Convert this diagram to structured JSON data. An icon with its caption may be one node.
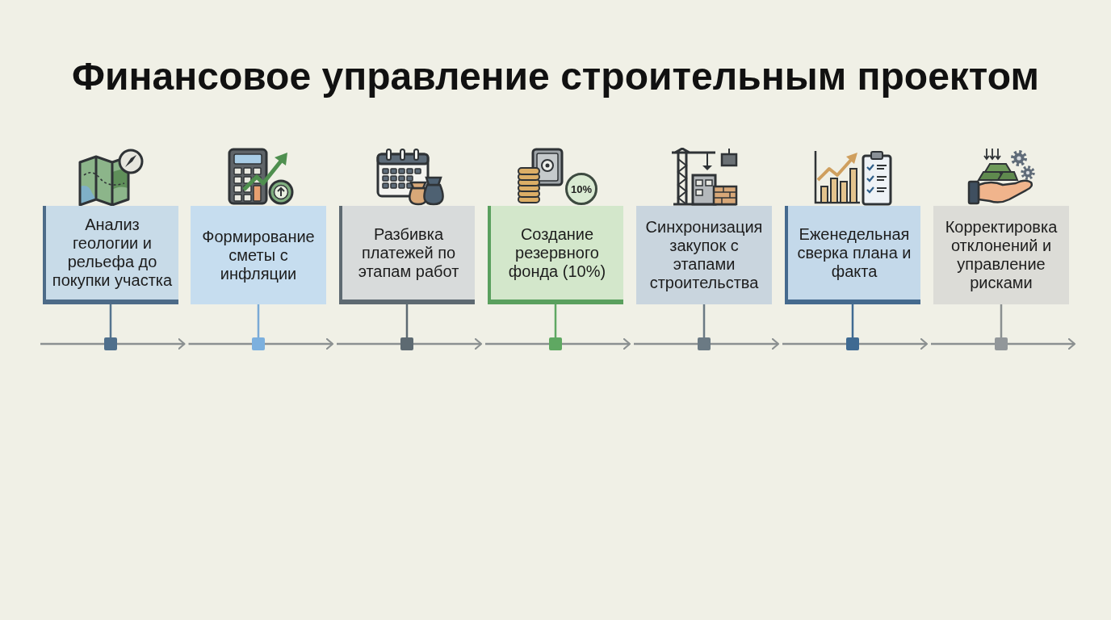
{
  "diagram": {
    "title": "Финансовое управление строительным проектом",
    "nodes": [
      {
        "text": [
          "Анализ геологии и рельефа до покупки участка"
        ]
      },
      {
        "text": [
          "Формирование сметы с инфляции"
        ]
      },
      {
        "text": [
          "Разбивка платежей по этапам работ"
        ]
      },
      {
        "text": [
          "Создание резервного фонда (10%)"
        ]
      },
      {
        "text": [
          "Синхронизация закупок с этапами строительства"
        ]
      },
      {
        "text": [
          "Еженедельная сверка плана и факта"
        ]
      },
      {
        "text": [
          "Корректировка отклонений и управление рисками"
        ]
      },
      {
        "text": [],
        "shape": "box"
      },
      {
        "text": [],
        "shape": "box"
      },
      {
        "text": [],
        "shape": "box"
      },
      {
        "text": [],
        "shape": "box"
      },
      {
        "text": [],
        "shape": "box"
      },
      {
        "text": [],
        "shape": "box"
      },
      {
        "text": [],
        "shape": "box"
      }
    ],
    "edges": [
      {
        "from": 0,
        "to": 7,
        "arrow": "none",
        "color": "#55748f"
      },
      {
        "from": 1,
        "to": 8,
        "arrow": "none",
        "color": "#7aaad6"
      },
      {
        "from": 2,
        "to": 9,
        "arrow": "none",
        "color": "#5d6a72"
      },
      {
        "from": 3,
        "to": 10,
        "arrow": "none",
        "color": "#5fa862"
      },
      {
        "from": 4,
        "to": 11,
        "arrow": "none",
        "color": "#6b7a84"
      },
      {
        "from": 5,
        "to": 12,
        "arrow": "none",
        "color": "#3f6a92"
      },
      {
        "from": 6,
        "to": 13,
        "arrow": "none"
      },
      {
        "from": null,
        "to": 7,
        "arrow": "none"
      },
      {
        "from": 7,
        "to": null,
        "arrow": "to"
      },
      {
        "from": null,
        "to": 8,
        "arrow": "none"
      },
      {
        "from": 8,
        "to": null,
        "arrow": "to"
      },
      {
        "from": null,
        "to": 9,
        "arrow": "none"
      },
      {
        "from": 9,
        "to": null,
        "arrow": "to"
      },
      {
        "from": null,
        "to": 10,
        "arrow": "none"
      },
      {
        "from": 10,
        "to": null,
        "arrow": "to"
      },
      {
        "from": null,
        "to": 11,
        "arrow": "none"
      },
      {
        "from": 11,
        "to": null,
        "arrow": "to"
      },
      {
        "from": null,
        "to": 12,
        "arrow": "none"
      },
      {
        "from": 12,
        "to": null,
        "arrow": "to"
      },
      {
        "from": null,
        "to": 13,
        "arrow": "none"
      },
      {
        "from": 13,
        "to": null,
        "arrow": "to"
      }
    ],
    "labels": [
      "10%"
    ]
  }
}
